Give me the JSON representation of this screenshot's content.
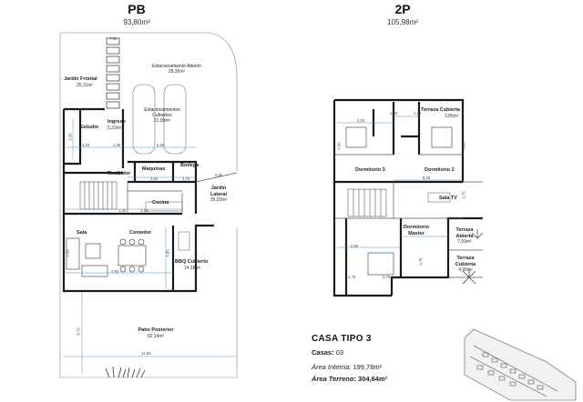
{
  "headers": {
    "ground": {
      "label": "PB",
      "area": "93,80m²"
    },
    "upper": {
      "label": "2P",
      "area": "105,98m²"
    }
  },
  "ground_rooms": {
    "jardin_frontal": {
      "name": "Jardín Frontal",
      "area": "25,11m²"
    },
    "estac_abierto": {
      "name": "Estacionamiento Abierto",
      "area": "28,36m²"
    },
    "estac_cubierto": {
      "name": "Estacionamientos Cubiertos",
      "area": "21,00m²"
    },
    "estudio": {
      "name": "Estudio"
    },
    "ingreso": {
      "name": "Ingreso",
      "area": "5,33m²"
    },
    "recibidor": {
      "name": "Recibidor"
    },
    "maquinas": {
      "name": "Maquinas"
    },
    "bodega": {
      "name": "Bodega"
    },
    "cocina": {
      "name": "Cocina"
    },
    "jardin_lateral": {
      "name": "Jardín Lateral",
      "area": "36,03m²"
    },
    "sala": {
      "name": "Sala"
    },
    "comedor": {
      "name": "Comedor"
    },
    "bbq": {
      "name": "BBQ Cubierto",
      "area": "14,18m²"
    },
    "patio": {
      "name": "Patio Posterior",
      "area": "82,14m²"
    }
  },
  "upper_rooms": {
    "terraza_cubierta_top": {
      "name": "Terraza Cubierta",
      "area": "3,85m²"
    },
    "dormitorio3": {
      "name": "Dormitorio 3"
    },
    "dormitorio2": {
      "name": "Dormitorio 2"
    },
    "sala_tv": {
      "name": "Sala TV"
    },
    "dormitorio_master": {
      "name": "Dormitorio Master"
    },
    "terraza_abierta": {
      "name": "Terraza Abierta",
      "area": "7,59m²"
    },
    "terraza_cubierta_bottom": {
      "name": "Terraza Cubierta",
      "area": "4,90m²"
    }
  },
  "dimensions": {
    "d_7_60_top": "7,60",
    "d_3_35": "3,35",
    "d_3_10": "3,10",
    "d_1_35": "1,35",
    "d_5_65": "5,65",
    "d_2_50": "2,50",
    "d_1_75": "1,75",
    "d_2_60": "2,60",
    "d_1_40": "1,40",
    "d_1_18": "1,18",
    "d_4_65": "4,65",
    "d_4_85": "4,85",
    "d_7_60_bottom": "7,60",
    "d_8_75": "8,75",
    "d_12_50": "12,50",
    "u_3_25": "3,25",
    "u_1_40_a": "1,40",
    "u_1_40_b": "1,40",
    "u_4_50": "4,50",
    "u_3_85": "3,85",
    "u_6_33": "6,33",
    "u_2_75": "2,75",
    "u_2_50": "2,50",
    "u_4_75": "4,75",
    "u_1_75": "1,75",
    "u_2_75_b": "2,75"
  },
  "info": {
    "title": "CASA TIPO 3",
    "casas_label": "Casas:",
    "casas_value": "03",
    "area_interna_label": "Área Interna:",
    "area_interna_value": "199,78m²",
    "area_terreno_label": "Área Terreno:",
    "area_terreno_value": "304,64m²"
  },
  "colors": {
    "wall": "#1a1a1a",
    "thin_line": "#666666",
    "dimension_line": "#4a90c8",
    "hatch": "#444444"
  }
}
